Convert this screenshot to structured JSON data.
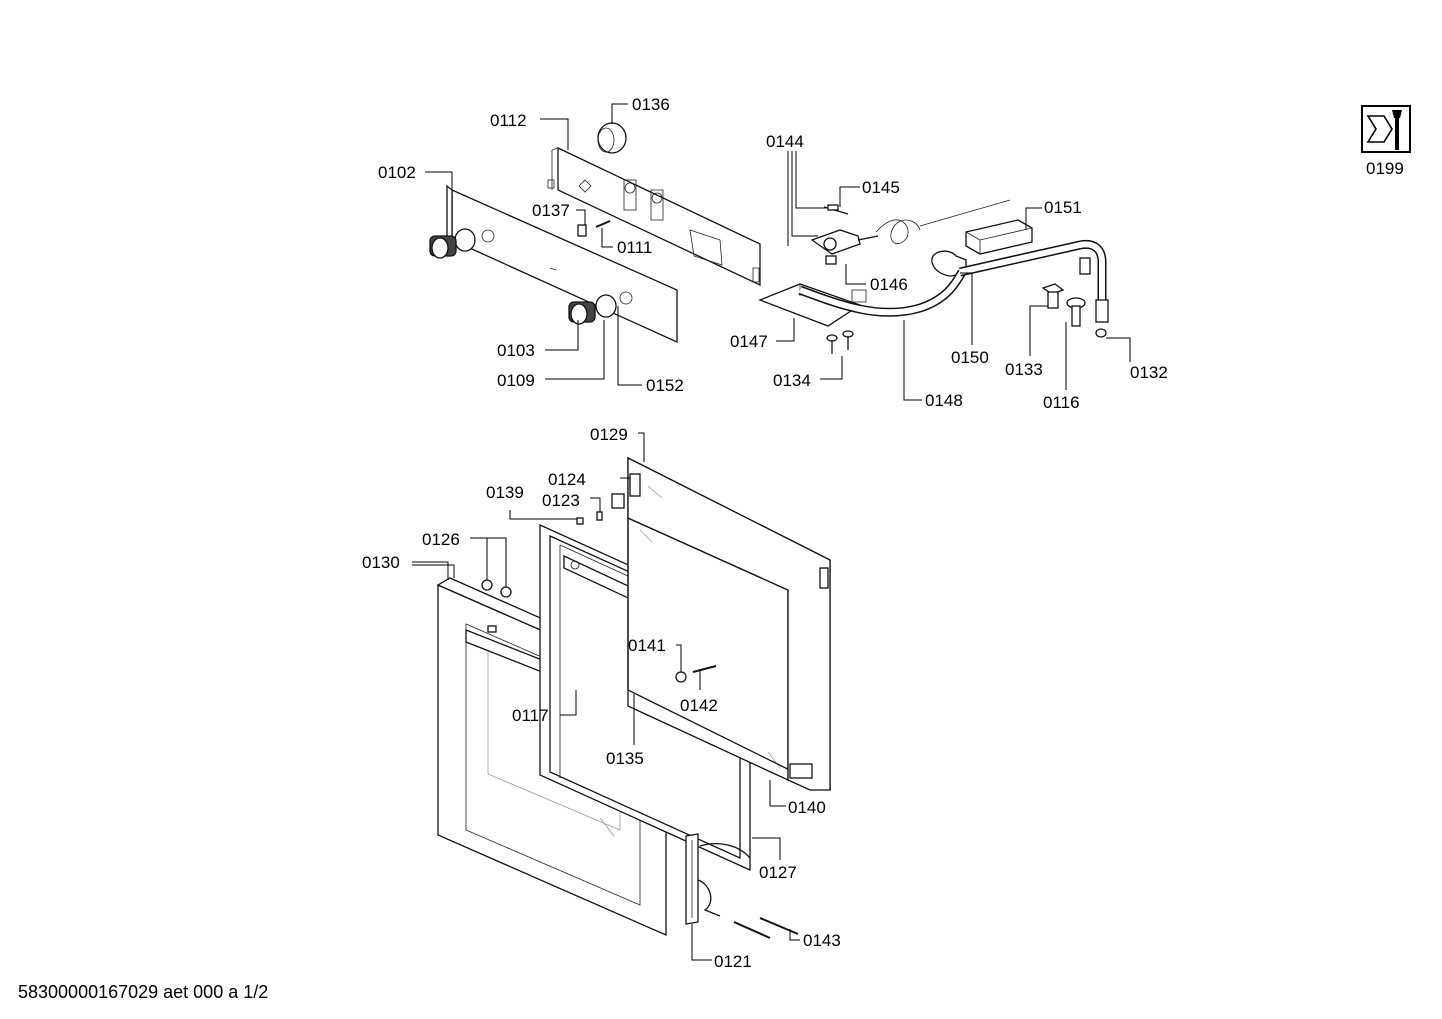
{
  "labels": {
    "p0102": "0102",
    "p0103": "0103",
    "p0109": "0109",
    "p0111": "0111",
    "p0112": "0112",
    "p0116": "0116",
    "p0117": "0117",
    "p0121": "0121",
    "p0123": "0123",
    "p0124": "0124",
    "p0126": "0126",
    "p0127": "0127",
    "p0129": "0129",
    "p0130": "0130",
    "p0132": "0132",
    "p0133": "0133",
    "p0134": "0134",
    "p0135": "0135",
    "p0136": "0136",
    "p0137": "0137",
    "p0139": "0139",
    "p0140": "0140",
    "p0141": "0141",
    "p0142": "0142",
    "p0143": "0143",
    "p0144": "0144",
    "p0145": "0145",
    "p0146": "0146",
    "p0147": "0147",
    "p0148": "0148",
    "p0150": "0150",
    "p0151": "0151",
    "p0152": "0152",
    "p0199": "0199"
  },
  "footer": "58300000167029 aet 000 a 1/2",
  "icons": {
    "p0199": "service-kit-icon"
  }
}
